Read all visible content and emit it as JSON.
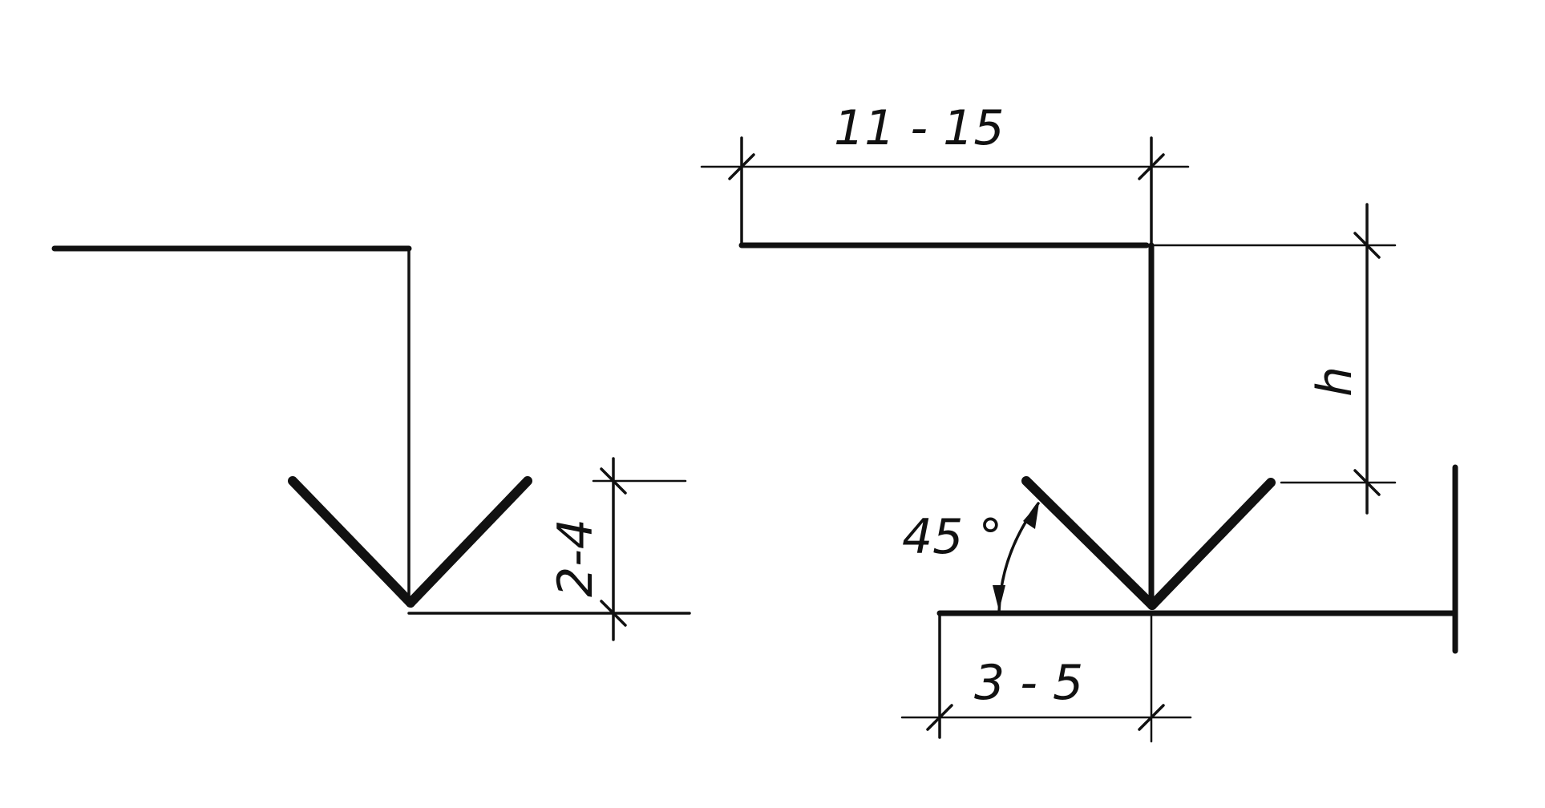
{
  "left_figure": {
    "dimension_offset": "2-4"
  },
  "right_figure": {
    "dimension_shelf_length": "11 - 15",
    "dimension_height": "h",
    "dimension_tick_width": "3 - 5",
    "angle_label": "45 °"
  }
}
